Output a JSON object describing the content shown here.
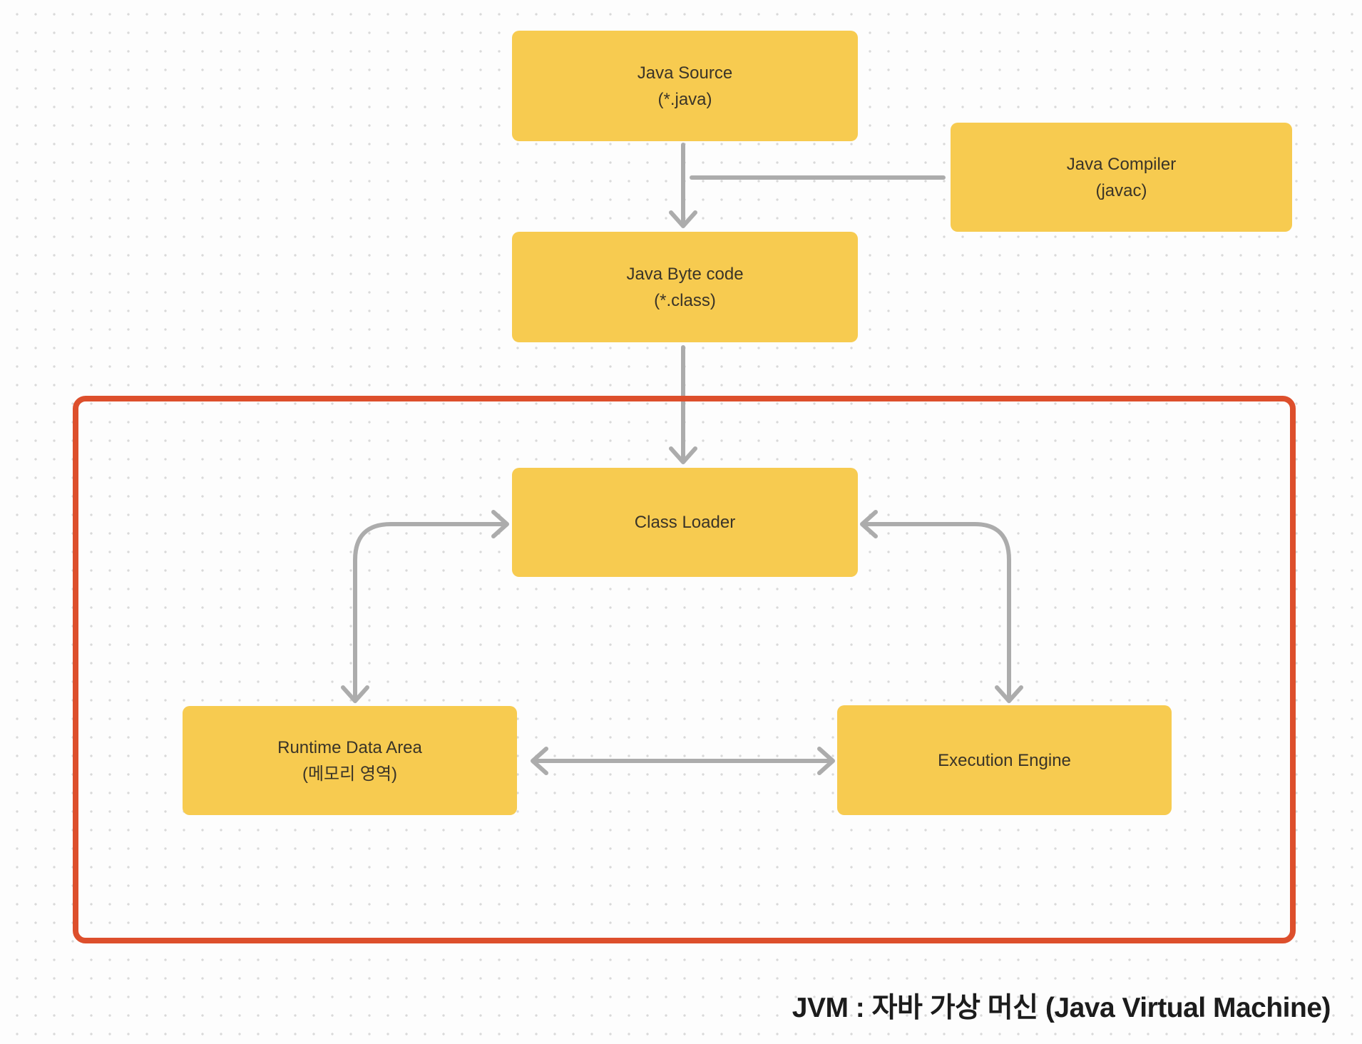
{
  "diagram": {
    "caption": "JVM : 자바 가상 머신 (Java Virtual Machine)",
    "nodes": {
      "java_source": {
        "title": "Java Source",
        "subtitle": "(*.java)"
      },
      "java_compiler": {
        "title": "Java Compiler",
        "subtitle": "(javac)"
      },
      "java_bytecode": {
        "title": "Java Byte code",
        "subtitle": "(*.class)"
      },
      "class_loader": {
        "title": "Class Loader",
        "subtitle": ""
      },
      "runtime_data_area": {
        "title": "Runtime Data Area",
        "subtitle": "(메모리 영역)"
      },
      "execution_engine": {
        "title": "Execution Engine",
        "subtitle": ""
      }
    },
    "connections": [
      {
        "from": "java_source",
        "to": "java_bytecode",
        "style": "arrow-down"
      },
      {
        "from": "java_compiler",
        "to": "source-to-bytecode-arrow",
        "style": "plain-line"
      },
      {
        "from": "java_bytecode",
        "to": "class_loader",
        "style": "arrow-down"
      },
      {
        "from": "class_loader",
        "to": "runtime_data_area",
        "style": "double-arrow-elbow"
      },
      {
        "from": "class_loader",
        "to": "execution_engine",
        "style": "double-arrow-elbow"
      },
      {
        "from": "runtime_data_area",
        "to": "execution_engine",
        "style": "double-arrow-horizontal"
      }
    ],
    "colors": {
      "node_fill": "#F7CB50",
      "jvm_border": "#DD4F2C",
      "connector": "#ACACAC",
      "node_text": "#3A3428",
      "caption_text": "#1C1C1C"
    }
  }
}
